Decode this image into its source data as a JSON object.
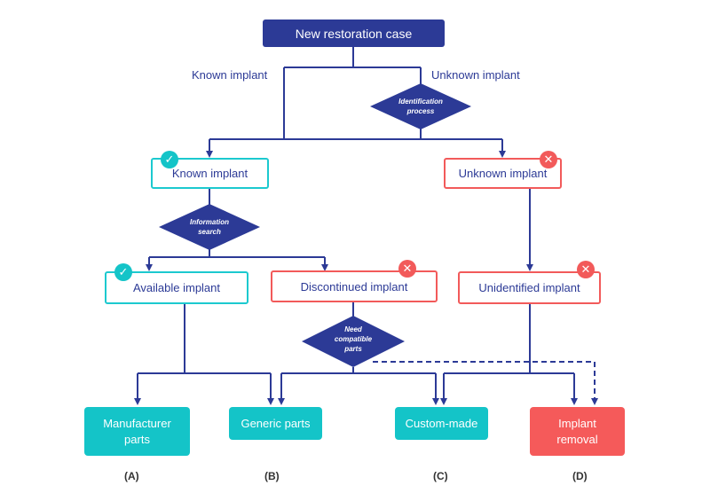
{
  "colors": {
    "navy": "#2c3a96",
    "teal": "#14c4c8",
    "red": "#f25a5a"
  },
  "nodes": {
    "start": "New restoration case",
    "known": "Known implant",
    "unknown": "Unknown implant",
    "available": "Available implant",
    "discontinued": "Discontinued implant",
    "unidentified": "Unidentified implant",
    "manufacturer": "Manufacturer\nparts",
    "generic": "Generic parts",
    "custom": "Custom-made",
    "removal": "Implant\nremoval"
  },
  "branches": {
    "known": "Known implant",
    "unknown": "Unknown implant"
  },
  "decisions": {
    "identification": [
      "Identification",
      "process"
    ],
    "information": [
      "Information",
      "search"
    ],
    "compatible": [
      "Need",
      "compatible",
      "parts"
    ]
  },
  "badges": {
    "check_icon": "check-icon",
    "x_icon": "x-icon"
  },
  "categories": [
    "(A)",
    "(B)",
    "(C)",
    "(D)"
  ]
}
